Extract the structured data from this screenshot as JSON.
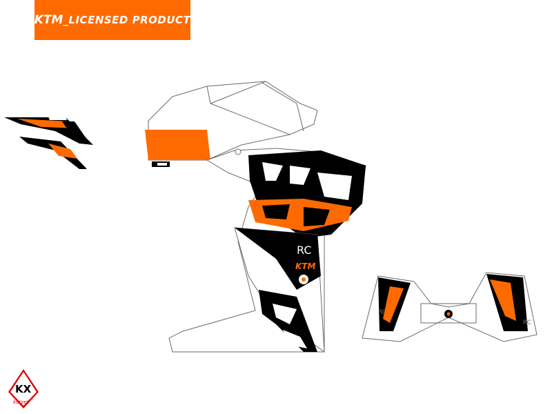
{
  "banner": {
    "brand": "KTM",
    "suffix": "_LICENSED PRODUCT"
  },
  "fairing": {
    "model_mark": "RC",
    "brand": "KTM"
  },
  "tank_pad": {
    "model_mark": "RC"
  },
  "kutvek_logo": {
    "text": "KX",
    "subtext": "kutvek"
  },
  "colors": {
    "accent": "#ff6a00",
    "black": "#000000",
    "outline": "#6a6a6a",
    "white": "#ffffff"
  }
}
